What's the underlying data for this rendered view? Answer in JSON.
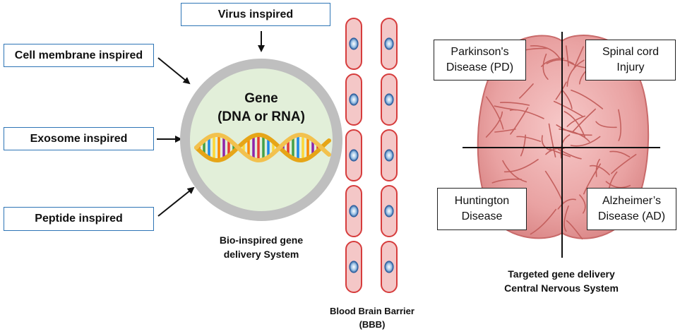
{
  "sources": {
    "virus": "Virus inspired",
    "cell_membrane": "Cell membrane inspired",
    "exosome": "Exosome inspired",
    "peptide": "Peptide inspired"
  },
  "gene": {
    "title": "Gene",
    "subtitle": "(DNA or RNA)"
  },
  "system_caption": {
    "line1": "Bio-inspired gene",
    "line2": "delivery System"
  },
  "bbb_caption": {
    "line1": "Blood Brain Barrier",
    "line2": "(BBB)"
  },
  "diseases": {
    "pd_line1": "Parkinson's",
    "pd_line2": "Disease (PD)",
    "sci_line1": "Spinal cord",
    "sci_line2": "Injury",
    "hd_line1": "Huntington",
    "hd_line2": "Disease",
    "ad_line1": "Alzheimer’s",
    "ad_line2": "Disease (AD)"
  },
  "target_caption": {
    "line1": "Targeted gene delivery",
    "line2": "Central Nervous System"
  },
  "colors": {
    "label_border": "#2e75b6",
    "vesicle_shell": "#bfbfbf",
    "vesicle_core": "#e2efd9",
    "cell_fill": "#f4c7c7",
    "cell_border": "#d63c3c",
    "brain": "#e9a2a2"
  },
  "icons": [
    "dna-helix-icon",
    "brain-icon",
    "endothelial-cell-icon"
  ]
}
